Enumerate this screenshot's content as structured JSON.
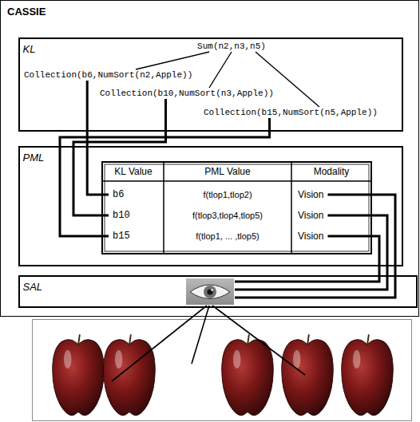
{
  "diagram": {
    "nodes": [
      {
        "text": [
          "CASSIE"
        ]
      },
      {
        "text": [
          "KL"
        ],
        "in": 0
      },
      {
        "text": [
          "PML"
        ],
        "in": 0
      },
      {
        "text": [
          "SAL"
        ],
        "in": 0
      }
    ],
    "labels": [
      "Sum(n2,n3,n5)",
      "Collection(b6,NumSort(n2,Apple))",
      "Collection(b10,NumSort(n3,Apple))",
      "Collection(b15,NumSort(n5,Apple))",
      "KL Value",
      "PML Value",
      "Modality",
      "b6",
      "f(tlop1,tlop2)",
      "Vision",
      "b10",
      "f(tlop3,tlop4,tlop5)",
      "Vision",
      "b15",
      "f(tlop1, ... ,tlop5)",
      "Vision"
    ]
  }
}
